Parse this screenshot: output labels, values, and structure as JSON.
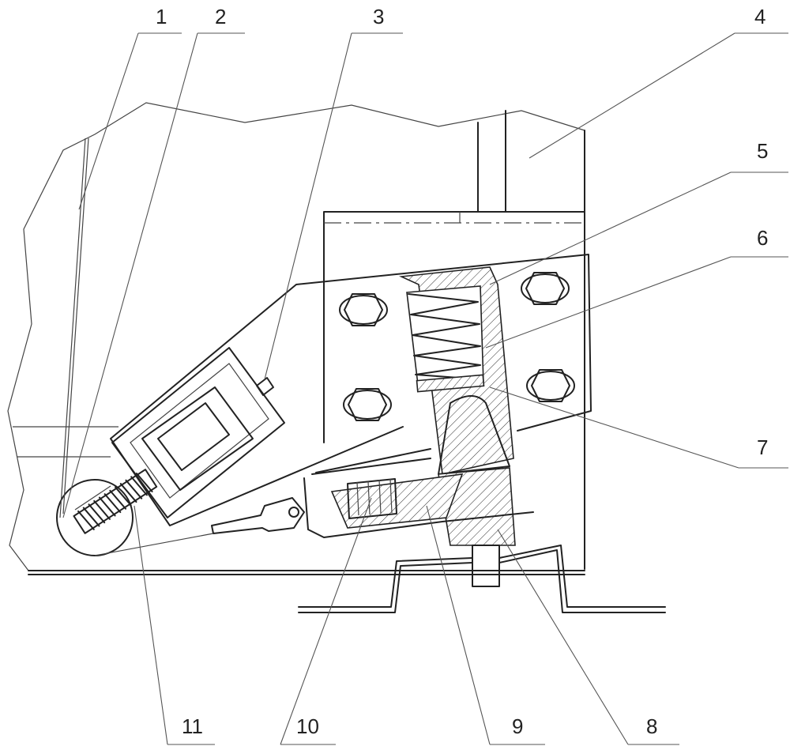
{
  "diagram": {
    "callouts": [
      "1",
      "2",
      "3",
      "4",
      "5",
      "6",
      "7",
      "8",
      "9",
      "10",
      "11"
    ]
  },
  "colors": {
    "line": "#222222",
    "background": "#ffffff"
  }
}
